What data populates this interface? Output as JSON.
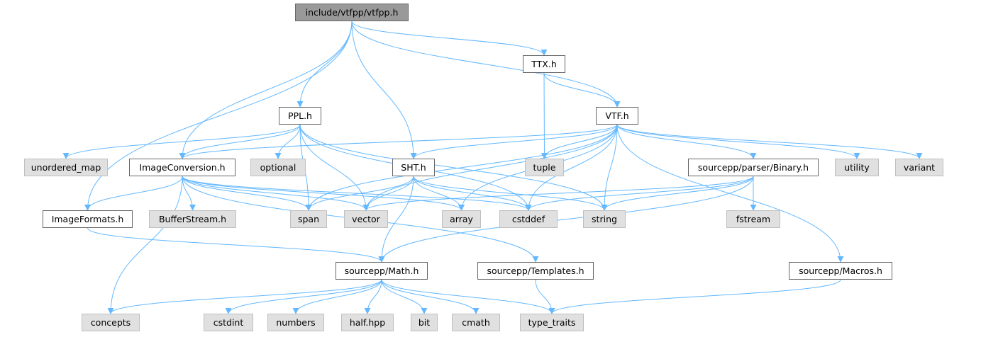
{
  "nodes": [
    {
      "id": "vtfpp",
      "label": "include/vtfpp/vtfpp.h",
      "kind": "main"
    },
    {
      "id": "ttx",
      "label": "TTX.h",
      "kind": "file"
    },
    {
      "id": "ppl",
      "label": "PPL.h",
      "kind": "file"
    },
    {
      "id": "vtf",
      "label": "VTF.h",
      "kind": "file"
    },
    {
      "id": "unordered_map",
      "label": "unordered_map",
      "kind": "sys"
    },
    {
      "id": "imageconv",
      "label": "ImageConversion.h",
      "kind": "file"
    },
    {
      "id": "optional",
      "label": "optional",
      "kind": "sys"
    },
    {
      "id": "sht",
      "label": "SHT.h",
      "kind": "file"
    },
    {
      "id": "tuple",
      "label": "tuple",
      "kind": "sys"
    },
    {
      "id": "binary",
      "label": "sourcepp/parser/Binary.h",
      "kind": "file"
    },
    {
      "id": "utility",
      "label": "utility",
      "kind": "sys"
    },
    {
      "id": "variant",
      "label": "variant",
      "kind": "sys"
    },
    {
      "id": "imageformats",
      "label": "ImageFormats.h",
      "kind": "file"
    },
    {
      "id": "bufferstream",
      "label": "BufferStream.h",
      "kind": "sys"
    },
    {
      "id": "span",
      "label": "span",
      "kind": "sys"
    },
    {
      "id": "vector",
      "label": "vector",
      "kind": "sys"
    },
    {
      "id": "array",
      "label": "array",
      "kind": "sys"
    },
    {
      "id": "cstddef",
      "label": "cstddef",
      "kind": "sys"
    },
    {
      "id": "string",
      "label": "string",
      "kind": "sys"
    },
    {
      "id": "fstream",
      "label": "fstream",
      "kind": "sys"
    },
    {
      "id": "math",
      "label": "sourcepp/Math.h",
      "kind": "file"
    },
    {
      "id": "templates",
      "label": "sourcepp/Templates.h",
      "kind": "file"
    },
    {
      "id": "macros",
      "label": "sourcepp/Macros.h",
      "kind": "file"
    },
    {
      "id": "concepts",
      "label": "concepts",
      "kind": "sys"
    },
    {
      "id": "cstdint",
      "label": "cstdint",
      "kind": "sys"
    },
    {
      "id": "numbers",
      "label": "numbers",
      "kind": "sys"
    },
    {
      "id": "halfhpp",
      "label": "half.hpp",
      "kind": "sys"
    },
    {
      "id": "bit",
      "label": "bit",
      "kind": "sys"
    },
    {
      "id": "cmath",
      "label": "cmath",
      "kind": "sys"
    },
    {
      "id": "type_traits",
      "label": "type_traits",
      "kind": "sys"
    }
  ],
  "edges": [
    [
      "vtfpp",
      "imageformats"
    ],
    [
      "vtfpp",
      "imageconv"
    ],
    [
      "vtfpp",
      "ppl"
    ],
    [
      "vtfpp",
      "sht"
    ],
    [
      "vtfpp",
      "ttx"
    ],
    [
      "vtfpp",
      "vtf"
    ],
    [
      "ttx",
      "tuple"
    ],
    [
      "ttx",
      "vtf"
    ],
    [
      "ppl",
      "unordered_map"
    ],
    [
      "ppl",
      "imageconv"
    ],
    [
      "ppl",
      "optional"
    ],
    [
      "ppl",
      "span"
    ],
    [
      "ppl",
      "vector"
    ],
    [
      "ppl",
      "cstddef"
    ],
    [
      "ppl",
      "string"
    ],
    [
      "vtf",
      "imageconv"
    ],
    [
      "vtf",
      "sht"
    ],
    [
      "vtf",
      "tuple"
    ],
    [
      "vtf",
      "binary"
    ],
    [
      "vtf",
      "utility"
    ],
    [
      "vtf",
      "variant"
    ],
    [
      "vtf",
      "span"
    ],
    [
      "vtf",
      "vector"
    ],
    [
      "vtf",
      "array"
    ],
    [
      "vtf",
      "cstddef"
    ],
    [
      "vtf",
      "string"
    ],
    [
      "vtf",
      "macros"
    ],
    [
      "imageconv",
      "imageformats"
    ],
    [
      "imageconv",
      "bufferstream"
    ],
    [
      "imageconv",
      "span"
    ],
    [
      "imageconv",
      "vector"
    ],
    [
      "imageconv",
      "array"
    ],
    [
      "imageconv",
      "cstddef"
    ],
    [
      "imageconv",
      "templates"
    ],
    [
      "imageconv",
      "concepts"
    ],
    [
      "sht",
      "span"
    ],
    [
      "sht",
      "vector"
    ],
    [
      "sht",
      "array"
    ],
    [
      "sht",
      "cstddef"
    ],
    [
      "sht",
      "string"
    ],
    [
      "sht",
      "math"
    ],
    [
      "binary",
      "cstddef"
    ],
    [
      "binary",
      "string"
    ],
    [
      "binary",
      "fstream"
    ],
    [
      "binary",
      "math"
    ],
    [
      "binary",
      "vector"
    ],
    [
      "imageformats",
      "math"
    ],
    [
      "math",
      "concepts"
    ],
    [
      "math",
      "cstdint"
    ],
    [
      "math",
      "numbers"
    ],
    [
      "math",
      "halfhpp"
    ],
    [
      "math",
      "bit"
    ],
    [
      "math",
      "cmath"
    ],
    [
      "math",
      "type_traits"
    ],
    [
      "templates",
      "type_traits"
    ],
    [
      "macros",
      "type_traits"
    ]
  ],
  "colors": {
    "edge": "#63b8ff",
    "main_fill": "#999999",
    "file_border": "#666666",
    "sys_fill": "#e0e0e0"
  }
}
